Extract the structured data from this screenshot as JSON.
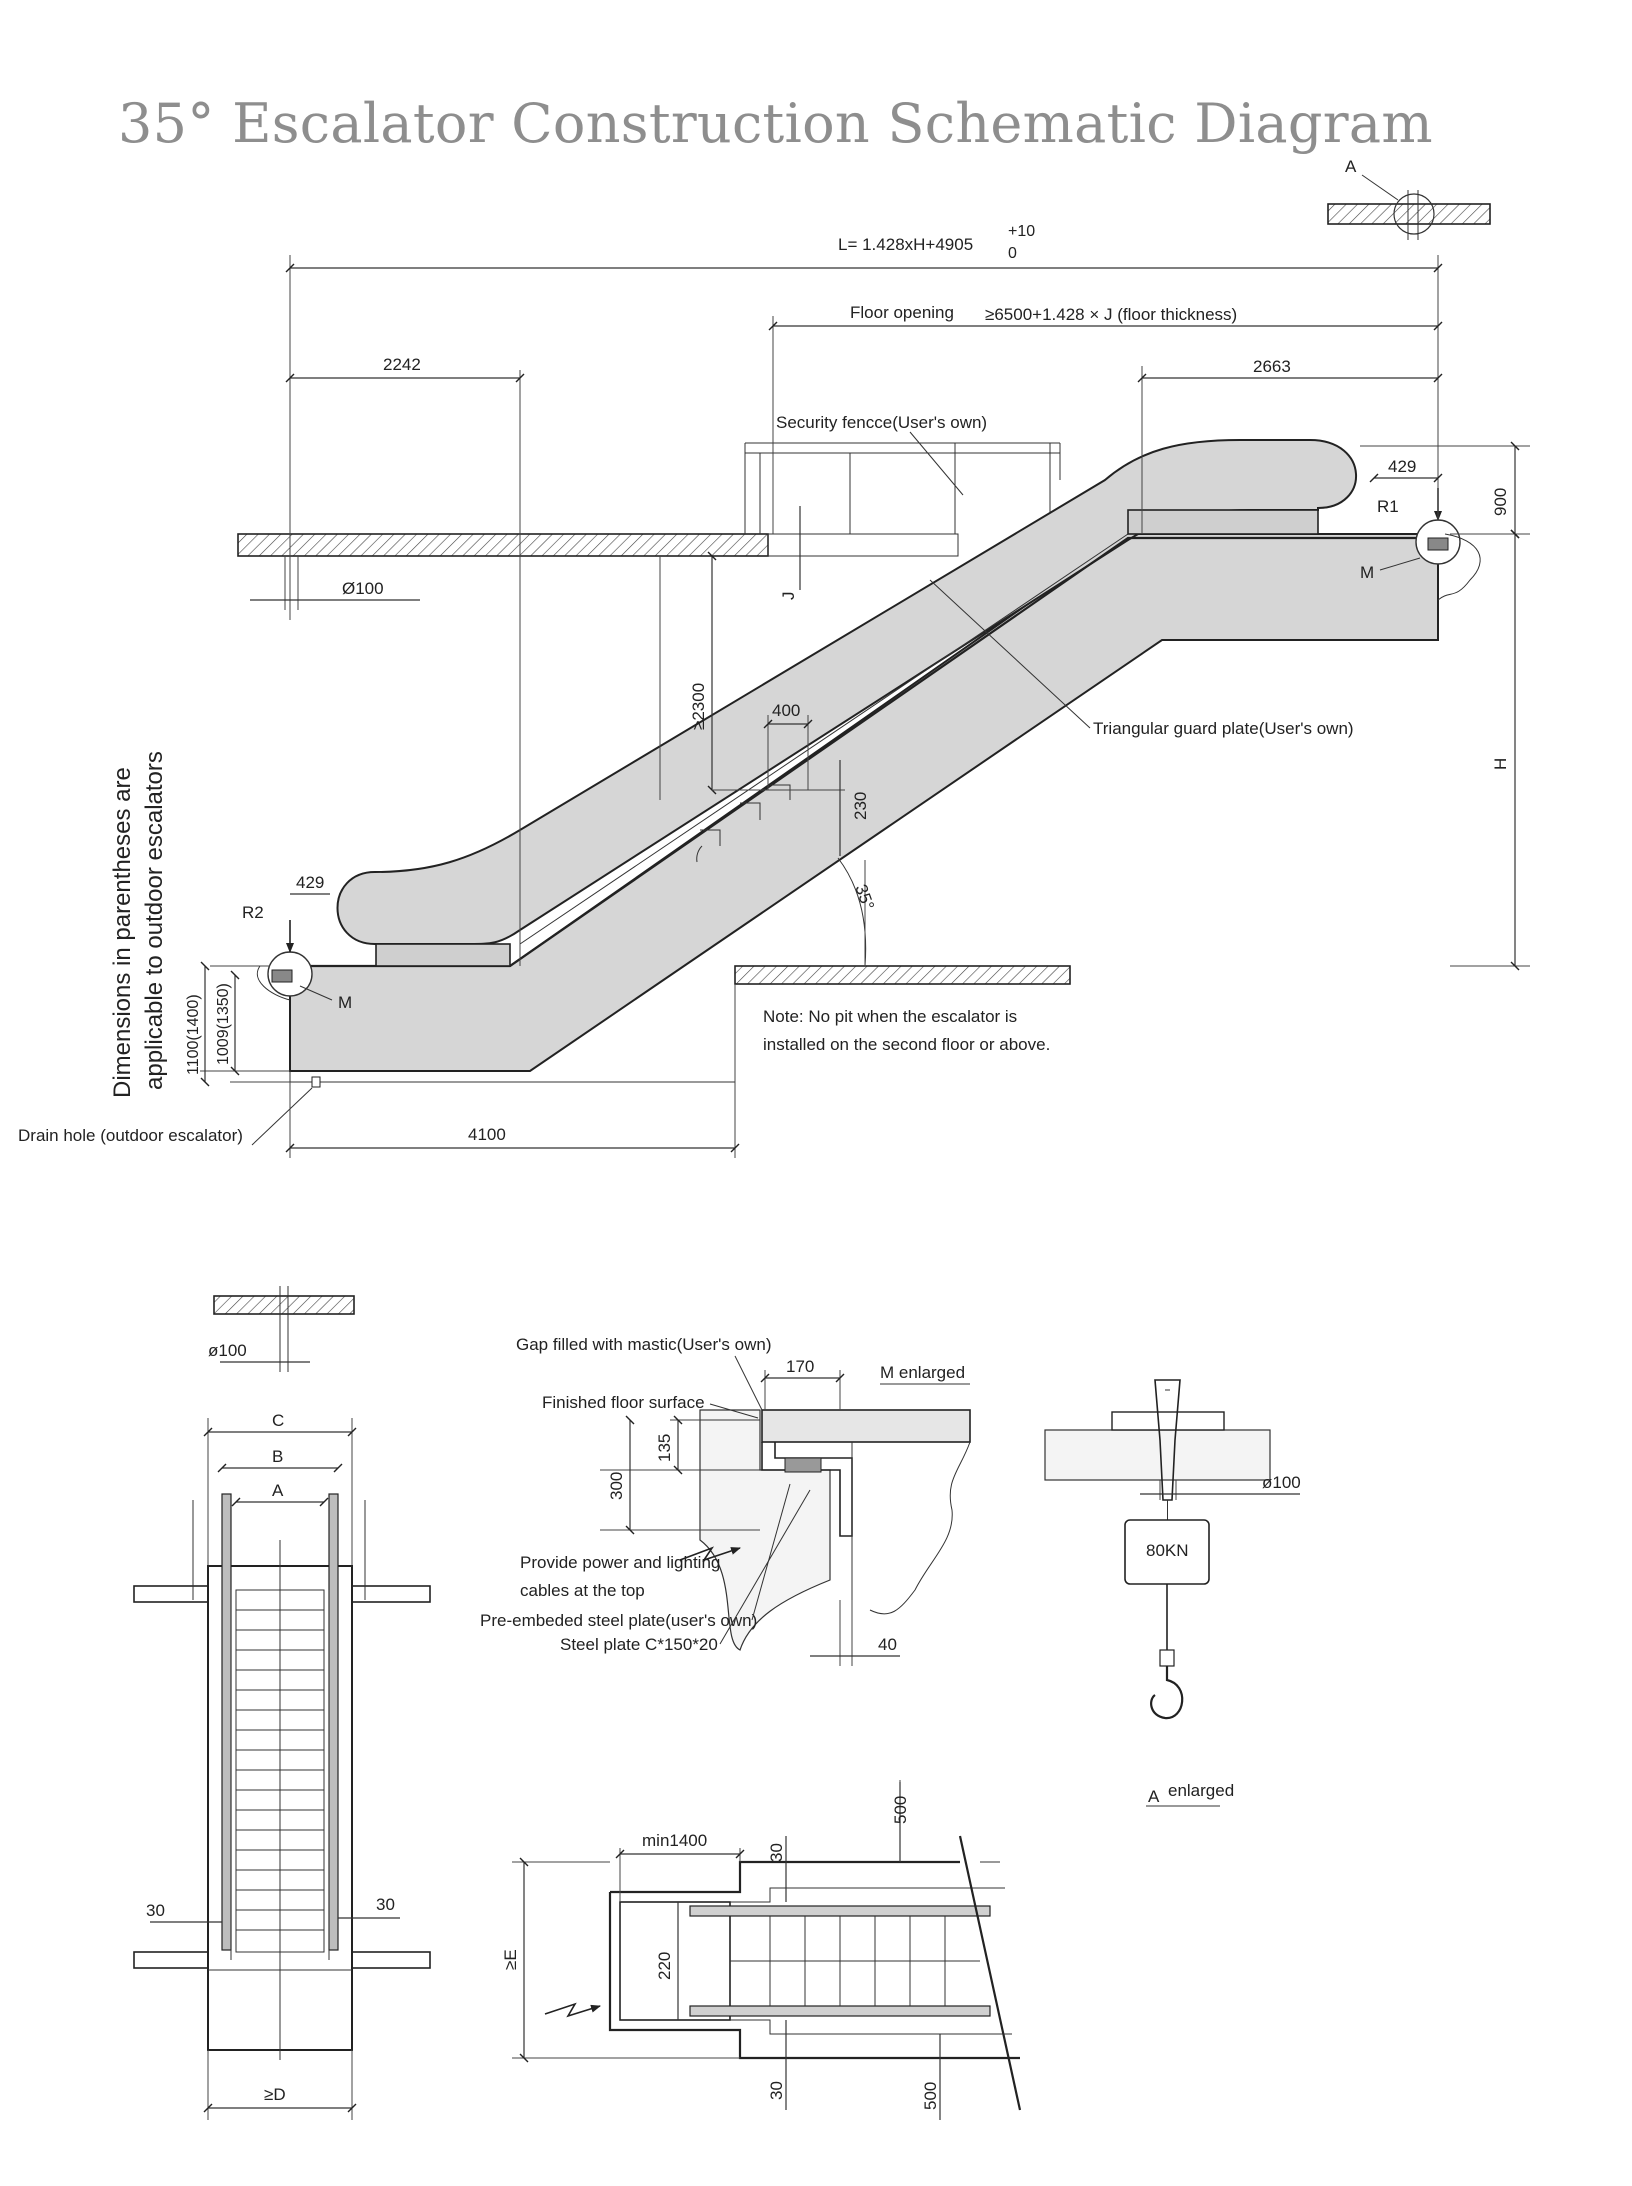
{
  "title": "35° Escalator Construction Schematic Diagram",
  "side_view": {
    "length_formula": "L= 1.428xH+4905",
    "length_tol_plus": "+10",
    "length_tol_minus": "0",
    "floor_opening_label": "Floor opening",
    "floor_opening_formula": "≥6500+1.428 × J (floor thickness)",
    "dim_top_left": "2242",
    "dim_top_right": "2663",
    "security_fence": "Security fencce(User's own)",
    "dim_429_top": "429",
    "r1": "R1",
    "dim_900": "900",
    "m_top": "M",
    "dia_100": "Ø100",
    "j_label": "J",
    "dim_2300": "≥2300",
    "dim_400": "400",
    "dim_230": "230",
    "triangular_guard": "Triangular guard plate(User's own)",
    "h_label": "H",
    "angle_35": "35°",
    "dim_429_bottom": "429",
    "r2": "R2",
    "m_bottom": "M",
    "dim_1100": "1100(1400)",
    "dim_1009": "1009(1350)",
    "vertical_note_line1": "Dimensions in parentheses are",
    "vertical_note_line2": "applicable to outdoor escalators",
    "note_line1": "Note: No pit when the escalator is",
    "note_line2": "installed on the second floor or above.",
    "drain_hole": "Drain hole (outdoor escalator)",
    "dim_4100": "4100",
    "detail_a_marker": "A"
  },
  "plan_view": {
    "dia_100": "ø100",
    "c": "C",
    "b": "B",
    "a": "A",
    "dim_30_left": "30",
    "dim_30_right": "30",
    "d": "≥D"
  },
  "detail_m": {
    "gap_filled": "Gap filled with mastic(User's own)",
    "dim_170": "170",
    "title": "M enlarged",
    "finished_floor": "Finished floor surface",
    "dim_135": "135",
    "dim_300": "300",
    "power_line1": "Provide power and lighting",
    "power_line2": "cables at the top",
    "pre_embedded": "Pre-embeded steel plate(user's own)",
    "steel_plate": "Steel plate C*150*20",
    "dim_40": "40"
  },
  "detail_a": {
    "dia_100": "ø100",
    "load": "80KN",
    "title_a": "A",
    "title_rest": "enlarged"
  },
  "pit_plan": {
    "dim_500_top": "500",
    "min_1400": "min1400",
    "dim_30_top": "30",
    "e": "≥E",
    "dim_220": "220",
    "dim_30_bottom": "30",
    "dim_500_bottom": "500"
  }
}
